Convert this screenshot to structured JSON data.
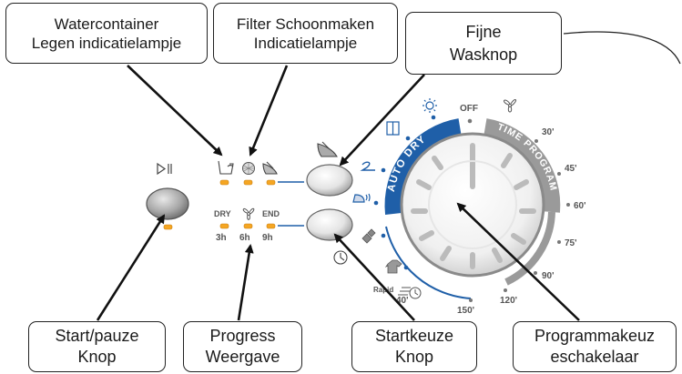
{
  "callouts": {
    "watercontainer": {
      "line1": "Watercontainer",
      "line2": "Legen indicatielampje"
    },
    "filter": {
      "line1": "Filter Schoonmaken",
      "line2": "Indicatielampje"
    },
    "fijne": {
      "line1": "Fijne",
      "line2": "Wasknop"
    },
    "startpauze": {
      "line1": "Start/pauze",
      "line2": "Knop"
    },
    "progress": {
      "line1": "Progress",
      "line2": "Weergave"
    },
    "startkeuze": {
      "line1": "Startkeuze",
      "line2": "Knop"
    },
    "programma": {
      "line1": "Programmakeuz",
      "line2": "eschakelaar"
    }
  },
  "panel": {
    "progress_labels": {
      "dry": "DRY",
      "end": "END"
    },
    "delay_hours": [
      "3h",
      "6h",
      "9h"
    ],
    "dial": {
      "off_label": "OFF",
      "auto_dry_label": "AUTO DRY",
      "time_program_label": "TIME PROGRAM",
      "times": [
        "30'",
        "45'",
        "60'",
        "75'",
        "90'",
        "120'",
        "150'"
      ],
      "rapid_label": "Rapid",
      "rapid_time": "40'"
    }
  },
  "colors": {
    "auto_dry_blue": "#1f5fa8",
    "time_program_gray": "#9a9a9a",
    "indicator_orange": "#f5a623",
    "outline": "#222222"
  },
  "icons": {
    "start_pause": "play-pause-icon",
    "water_container": "water-container-icon",
    "filter": "filter-icon",
    "delicate": "delicate-icon",
    "fan": "fan-icon",
    "delay_timer": "clock-icon",
    "sun": "sun-icon"
  }
}
